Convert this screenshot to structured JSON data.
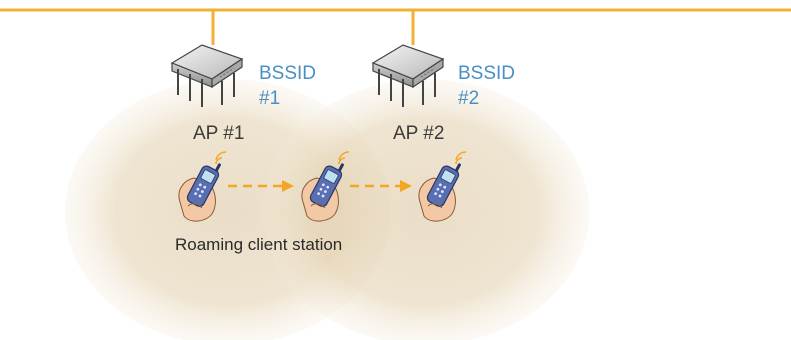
{
  "colors": {
    "backbone": "#f2b230",
    "coverage": "#d9c29a",
    "bssid_text": "#4a8fc4",
    "arrow": "#f2a623",
    "phone_body": "#5a6fb0"
  },
  "access_points": [
    {
      "label": "AP #1",
      "bssid_line1": "BSSID",
      "bssid_line2": "#1"
    },
    {
      "label": "AP #2",
      "bssid_line1": "BSSID",
      "bssid_line2": "#2"
    }
  ],
  "client": {
    "caption": "Roaming client station",
    "icon": "handheld-phone-icon",
    "positions": 3
  }
}
